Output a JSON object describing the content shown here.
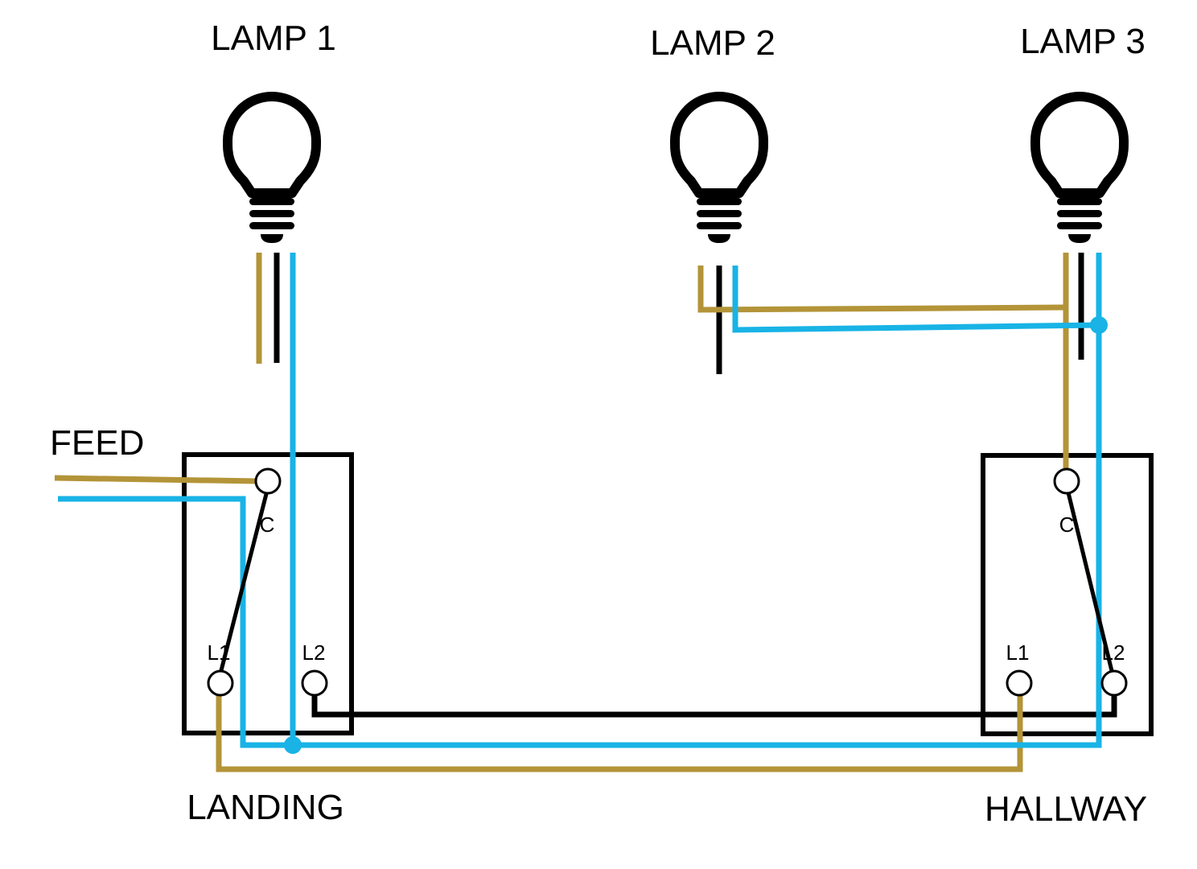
{
  "colors": {
    "brown": "#b39438",
    "blue": "#19b3e6",
    "black": "#000000",
    "background": "#ffffff"
  },
  "lamps": [
    {
      "label": "LAMP 1",
      "icon": "light-bulb-icon"
    },
    {
      "label": "LAMP 2",
      "icon": "light-bulb-icon"
    },
    {
      "label": "LAMP 3",
      "icon": "light-bulb-icon"
    }
  ],
  "feed": {
    "label": "FEED"
  },
  "switches": {
    "landing": {
      "label": "LANDING",
      "common": "C",
      "l1": "L1",
      "l2": "L2"
    },
    "hallway": {
      "label": "HALLWAY",
      "common": "C",
      "l1": "L1",
      "l2": "L2"
    }
  }
}
